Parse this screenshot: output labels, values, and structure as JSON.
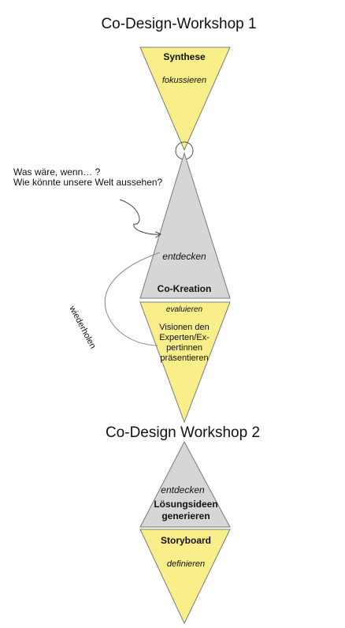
{
  "workshop1": {
    "title": "Co-Design-Workshop 1",
    "synthese_label": "Synthese",
    "synthese_sub": "fokussieren",
    "question_line1": "Was wäre, wenn… ?",
    "question_line2": "Wie könnte unsere Welt aussehen?",
    "cokreation_sub": "entdecken",
    "cokreation_label": "Co-Kreation",
    "loop_label": "wiederholen",
    "evaluate_sub": "evaluieren",
    "present_line1": "Visionen den",
    "present_line2": "Experten/Ex-",
    "present_line3": "pertinnen",
    "present_line4": "präsentieren"
  },
  "workshop2": {
    "title": "Co-Design Workshop 2",
    "discover_sub": "entdecken",
    "ideas_line1": "Lösungsideen",
    "ideas_line2": "generieren",
    "storyboard_label": "Storyboard",
    "storyboard_sub": "definieren"
  },
  "colors": {
    "yellow": "#f8ee8a",
    "gray": "#d6d6d6",
    "outline": "#7a7a7a"
  }
}
